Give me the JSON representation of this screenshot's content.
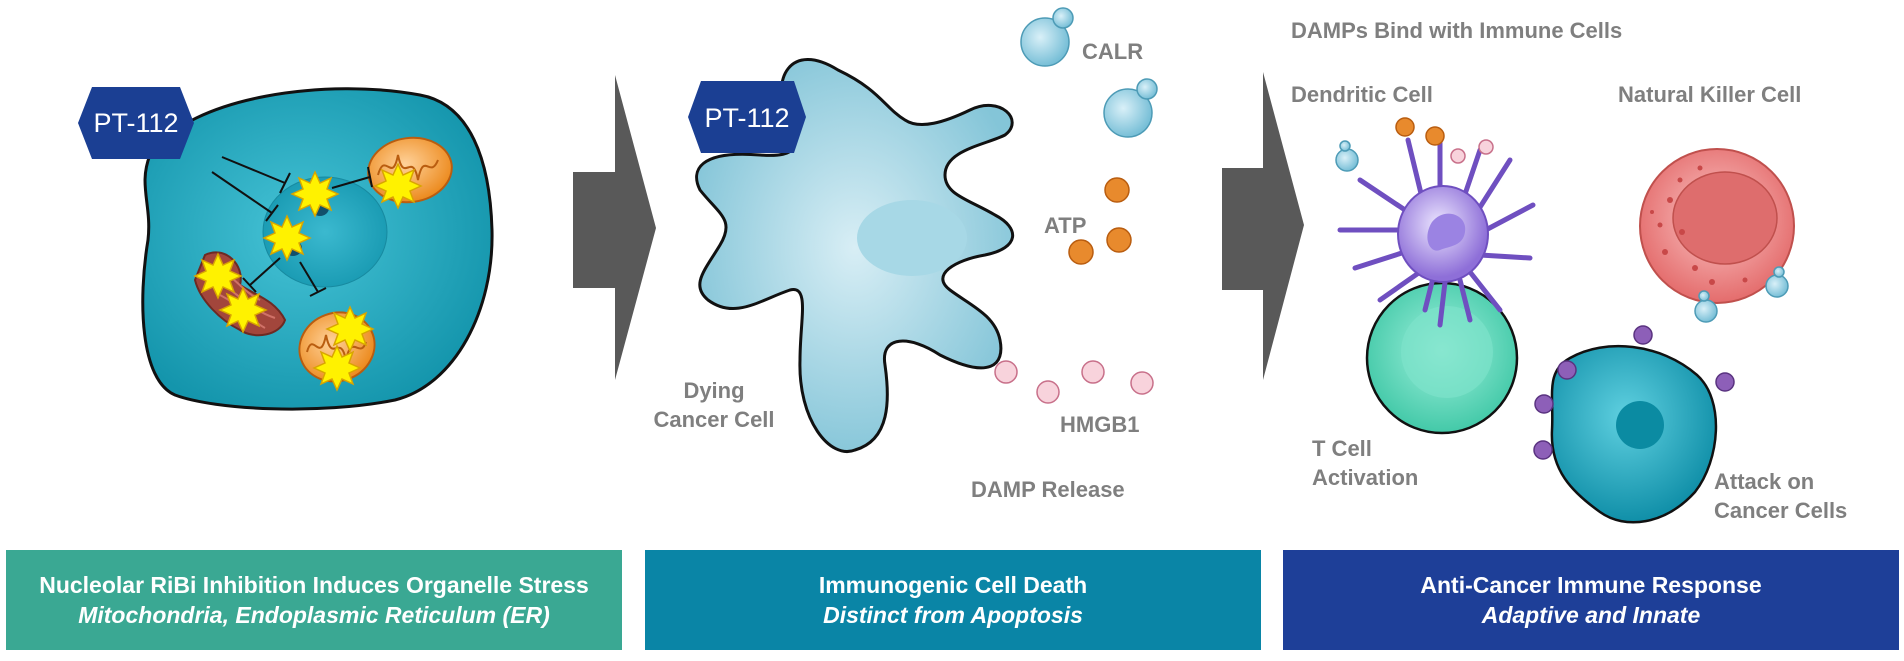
{
  "drug_label": "PT-112",
  "panel2": {
    "damps": {
      "calr": "CALR",
      "atp": "ATP",
      "hmgb1": "HMGB1"
    },
    "dying_cell_line1": "Dying",
    "dying_cell_line2": "Cancer Cell",
    "damp_release": "DAMP Release"
  },
  "panel3": {
    "heading": "DAMPs Bind with Immune Cells",
    "dendritic_cell": "Dendritic Cell",
    "nk_cell": "Natural Killer Cell",
    "tcell_line1": "T Cell",
    "tcell_line2": "Activation",
    "attack_line1": "Attack on",
    "attack_line2": "Cancer Cells"
  },
  "banners": [
    {
      "title": "Nucleolar RiBi Inhibition Induces Organelle Stress",
      "subtitle": "Mitochondria, Endoplasmic Reticulum (ER)",
      "color": "#3aa893"
    },
    {
      "title": "Immunogenic Cell Death",
      "subtitle": "Distinct from Apoptosis",
      "color": "#0a85a6"
    },
    {
      "title": "Anti-Cancer Immune Response",
      "subtitle": "Adaptive and Innate",
      "color": "#1e3f98"
    }
  ],
  "colors": {
    "cancer_cell": "#1fa2b8",
    "mitochondria": "#f39a2b",
    "er": "#a2463c",
    "stress_burst": "#fff200",
    "dying_cell": "#92d0e0",
    "arrow": "#595959",
    "drug_hex": "#1b3f93",
    "atp": "#e88a2d",
    "hmgb1": "#f5c6d0",
    "dendritic": "#9c7fe0",
    "t_cell": "#5cd7bd",
    "nk_cell": "#e36f6f",
    "target_cell": "#1aa5bd",
    "purple_dots": "#8d5fb8",
    "label_gray": "#7f7f7f"
  }
}
